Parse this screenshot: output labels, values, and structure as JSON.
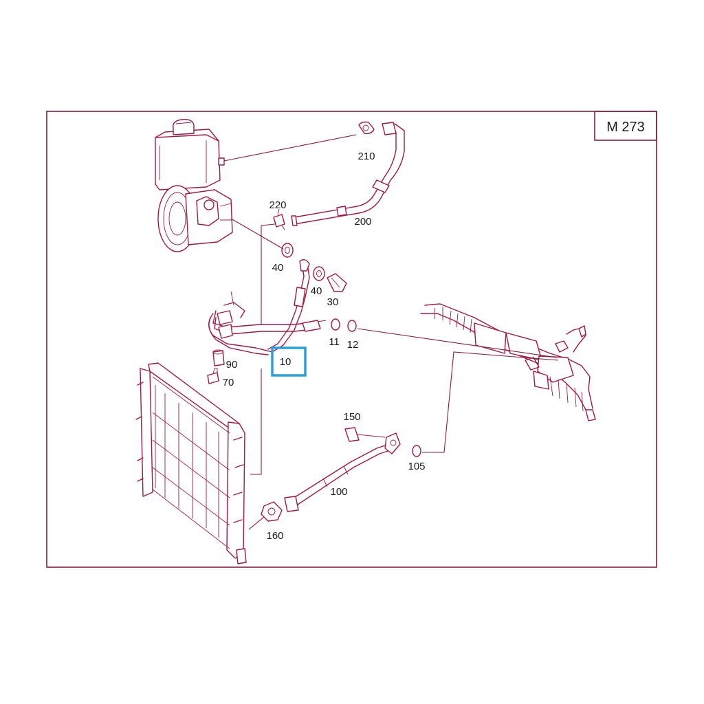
{
  "model_code": "M 273",
  "highlight_color": "#2aa0d6",
  "line_color": "#a01848",
  "highlighted_callout": "10",
  "callouts": {
    "c210": "210",
    "c200": "200",
    "c220": "220",
    "c40a": "40",
    "c40b": "40",
    "c30": "30",
    "c11": "11",
    "c12": "12",
    "c10": "10",
    "c90": "90",
    "c70": "70",
    "c150": "150",
    "c105": "105",
    "c100": "100",
    "c160": "160"
  },
  "parts": [
    "reservoir",
    "power-steering-pump",
    "suction-hose",
    "hose-clamp",
    "hollow-bolt",
    "sealing-ring",
    "pressure-hose",
    "oil-cooler",
    "steering-gear",
    "return-line",
    "radiator"
  ]
}
